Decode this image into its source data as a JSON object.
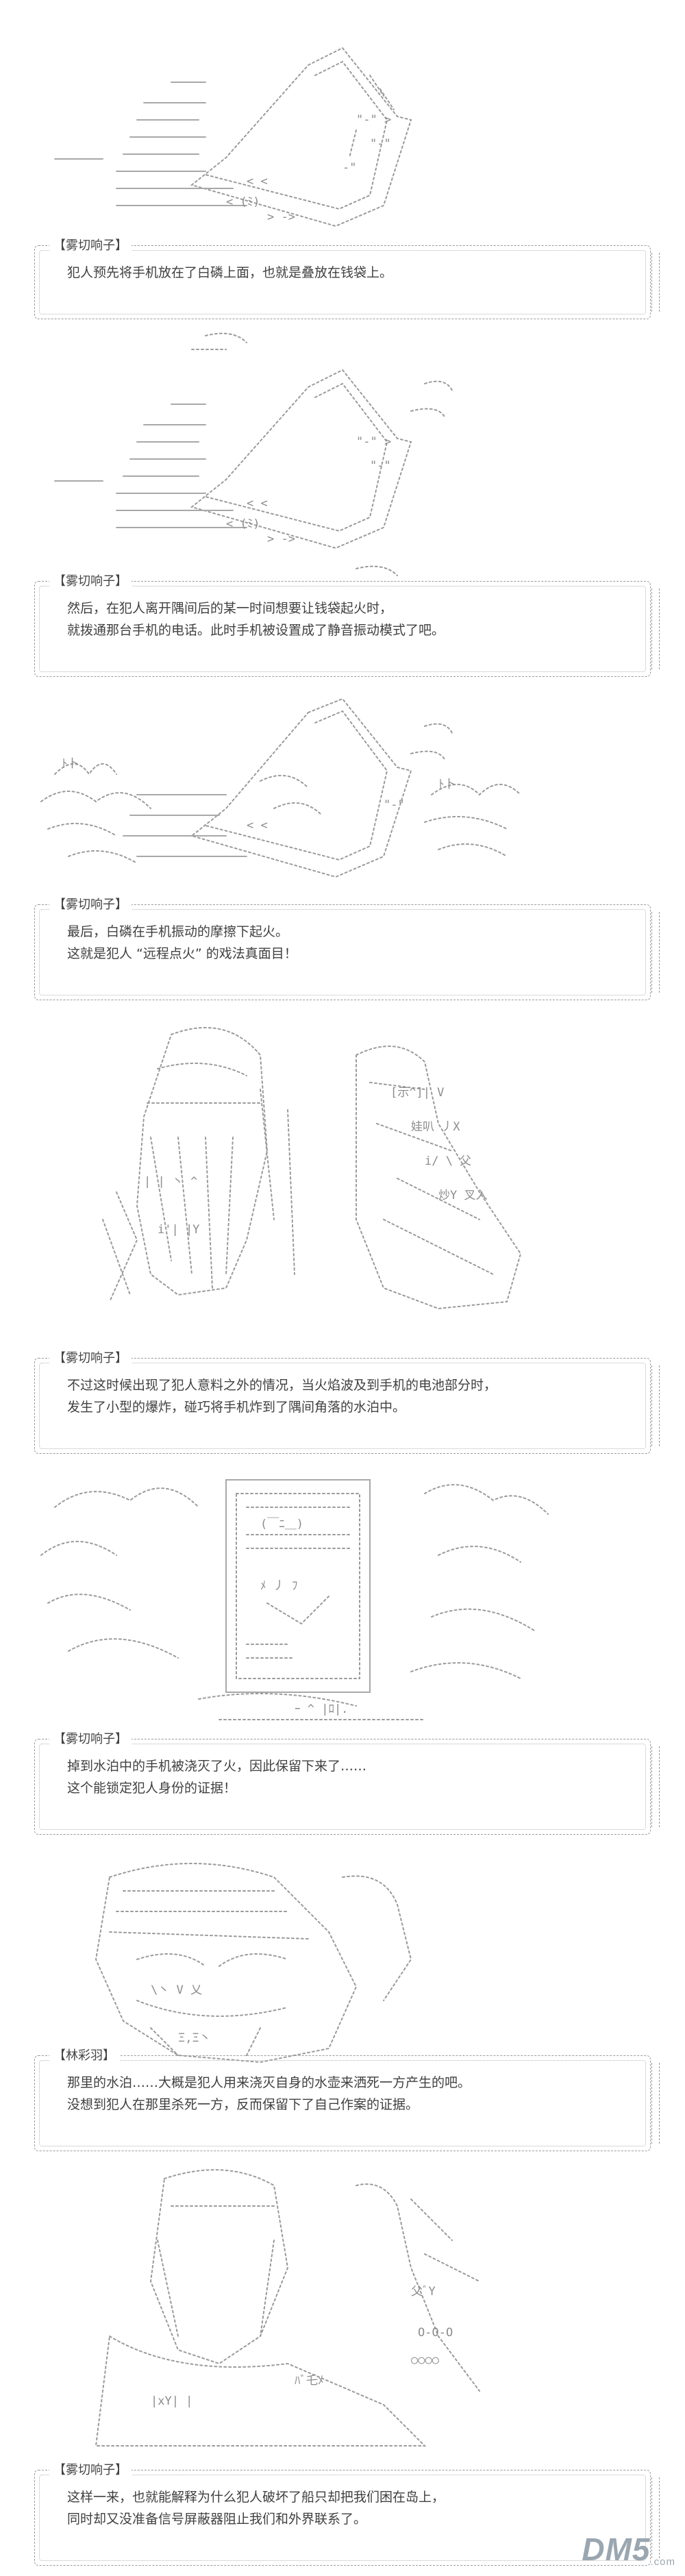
{
  "panels": [
    {
      "speaker": "【雾切响子】",
      "lines": [
        "犯人预先将手机放在了白磷上面，也就是叠放在钱袋上。"
      ]
    },
    {
      "speaker": "【雾切响子】",
      "lines": [
        "然后，在犯人离开隅间后的某一时间想要让钱袋起火时，",
        "就拨通那台手机的电话。此时手机被设置成了静音振动模式了吧。"
      ]
    },
    {
      "speaker": "【雾切响子】",
      "lines": [
        "最后，白磷在手机振动的摩擦下起火。",
        "这就是犯人 “远程点火” 的戏法真面目！"
      ]
    },
    {
      "speaker": "【雾切响子】",
      "lines": [
        "不过这时候出现了犯人意料之外的情况，当火焰波及到手机的电池部分时，",
        "发生了小型的爆炸，碰巧将手机炸到了隅间角落的水泊中。"
      ]
    },
    {
      "speaker": "【雾切响子】",
      "lines": [
        "掉到水泊中的手机被浇灭了火，因此保留下来了……",
        "这个能锁定犯人身份的证据！"
      ]
    },
    {
      "speaker": "【林彩羽】",
      "lines": [
        "那里的水泊……大概是犯人用来浇灭自身的水壶来洒死一方产生的吧。",
        "没想到犯人在那里杀死一方，反而保留下了自己作案的证据。"
      ]
    },
    {
      "speaker": "【雾切响子】",
      "lines": [
        "这样一来，也就能解释为什么犯人破坏了船只却把我们困在岛上，",
        "同时却又没准备信号屏蔽器阻止我们和外界联系了。"
      ]
    }
  ],
  "watermark": {
    "brand": "DM5",
    "domain": ".com"
  }
}
